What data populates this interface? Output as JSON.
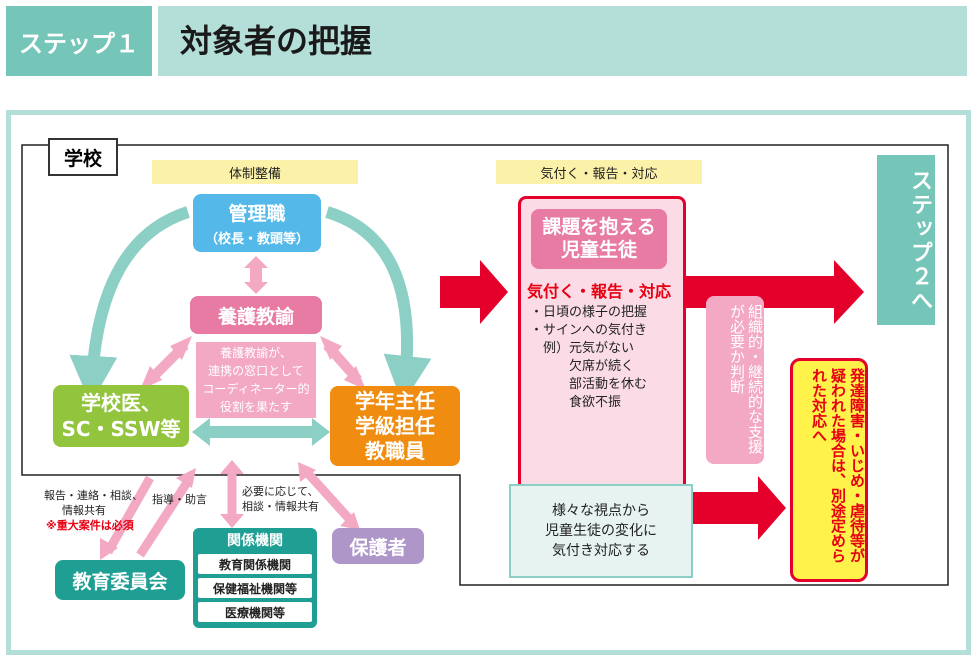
{
  "header": {
    "step_tag": "ステップ１",
    "title": "対象者の把握"
  },
  "school": {
    "label": "学校",
    "section_labels": {
      "taisei": "体制整備",
      "kizuku": "気付く・報告・対応"
    },
    "kanri": {
      "title": "管理職",
      "sub": "（校長・教頭等）"
    },
    "yogo": {
      "title": "養護教諭",
      "desc": [
        "養護教諭が、",
        "連携の窓口として",
        "コーディネーター的",
        "役割を果たす"
      ]
    },
    "gakko_i": [
      "学校医、",
      "SC・SSW等"
    ],
    "gakunen": [
      "学年主任",
      "学級担任",
      "教職員"
    ],
    "kadai": {
      "title": [
        "課題を抱える",
        "児童生徒"
      ],
      "kizuku": "気付く・報告・対応",
      "list": "・日頃の様子の把握\n・サインへの気付き\n　例）元気がない\n　　　欠席が続く\n　　　部活動を休む\n　　　食欲不振"
    },
    "samazama": [
      "様々な視点から",
      "児童生徒の変化に",
      "気付き対応する"
    ],
    "soshiki": "組織的・継続的な支援が必要か判断",
    "hattatsu": "発達障害・いじめ・虐待等が疑われた場合は、別途定められた対応へ",
    "step2": "ステップ２へ"
  },
  "outside": {
    "kyoiku": "教育委員会",
    "hogosha": "保護者",
    "kankei": {
      "title": "関係機関",
      "items": [
        "教育関係機関",
        "保健福祉機関等",
        "医療機関等"
      ]
    },
    "notes": {
      "report": [
        "報告・連絡・相談、",
        "情報共有"
      ],
      "important": "※重大案件は必須",
      "shido": "指導・助言",
      "hitsuyo": [
        "必要に応じて、",
        "相談・情報共有"
      ]
    }
  },
  "colors": {
    "teal": "#76c5b9",
    "teal_light": "#b4ded8",
    "red": "#e4002b",
    "pink": "#e77ba4",
    "blue": "#54b9e8",
    "green": "#92c43d",
    "orange": "#f08c0f",
    "purple": "#ae97c8",
    "yellow": "#fff24a"
  }
}
